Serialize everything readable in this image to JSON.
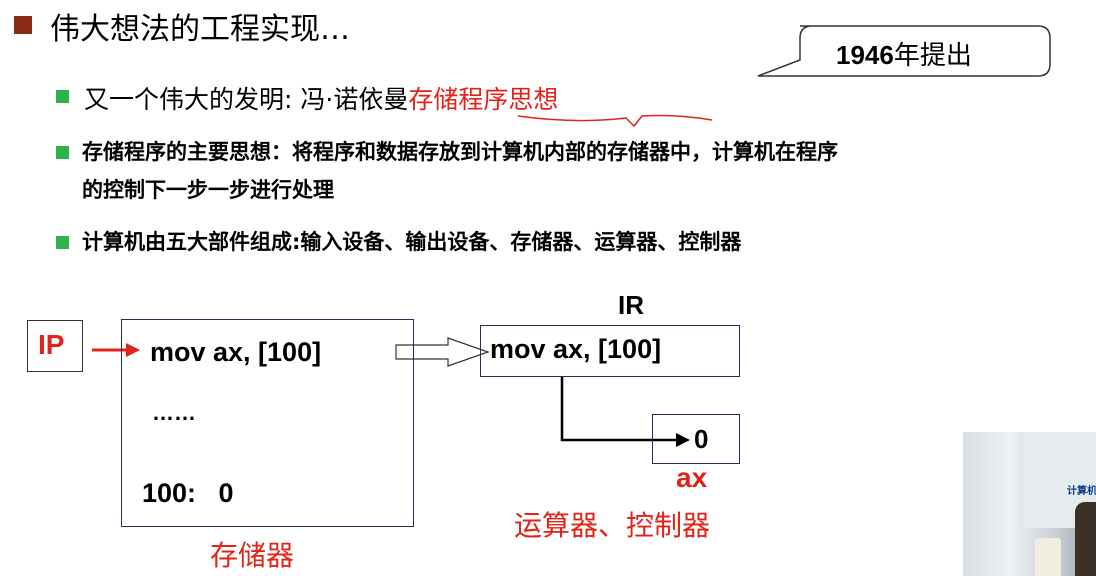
{
  "slide": {
    "title": "伟大想法的工程实现…",
    "callout": {
      "year": "1946",
      "suffix": "年提出"
    },
    "bullets": [
      {
        "prefix": "又一个伟大的发明: 冯·诺依曼",
        "highlight": "存储程序思想"
      },
      {
        "text_line1": "存储程序的主要思想：将程序和数据存放到计算机内部的存储器中，计算机在程序",
        "text_line2": "的控制下一步一步进行处理"
      },
      {
        "text": "计算机由五大部件组成:输入设备、输出设备、存储器、运算器、控制器"
      }
    ]
  },
  "diagram": {
    "ip_label": "IP",
    "memory": {
      "instruction": "mov ax, [100]",
      "ellipsis": "……",
      "data_cell": "100:   0",
      "caption": "存储器"
    },
    "ir": {
      "label": "IR",
      "content": "mov ax, [100]"
    },
    "ax": {
      "value": "0",
      "label": "ax"
    },
    "cpu_caption": "运算器、控制器"
  },
  "video_overlay": {
    "text": "计算机"
  },
  "colors": {
    "accent_red": "#e2231a",
    "bullet_green": "#2db34a",
    "title_bullet": "#8b2a17",
    "box_border": "#2b2b55"
  }
}
